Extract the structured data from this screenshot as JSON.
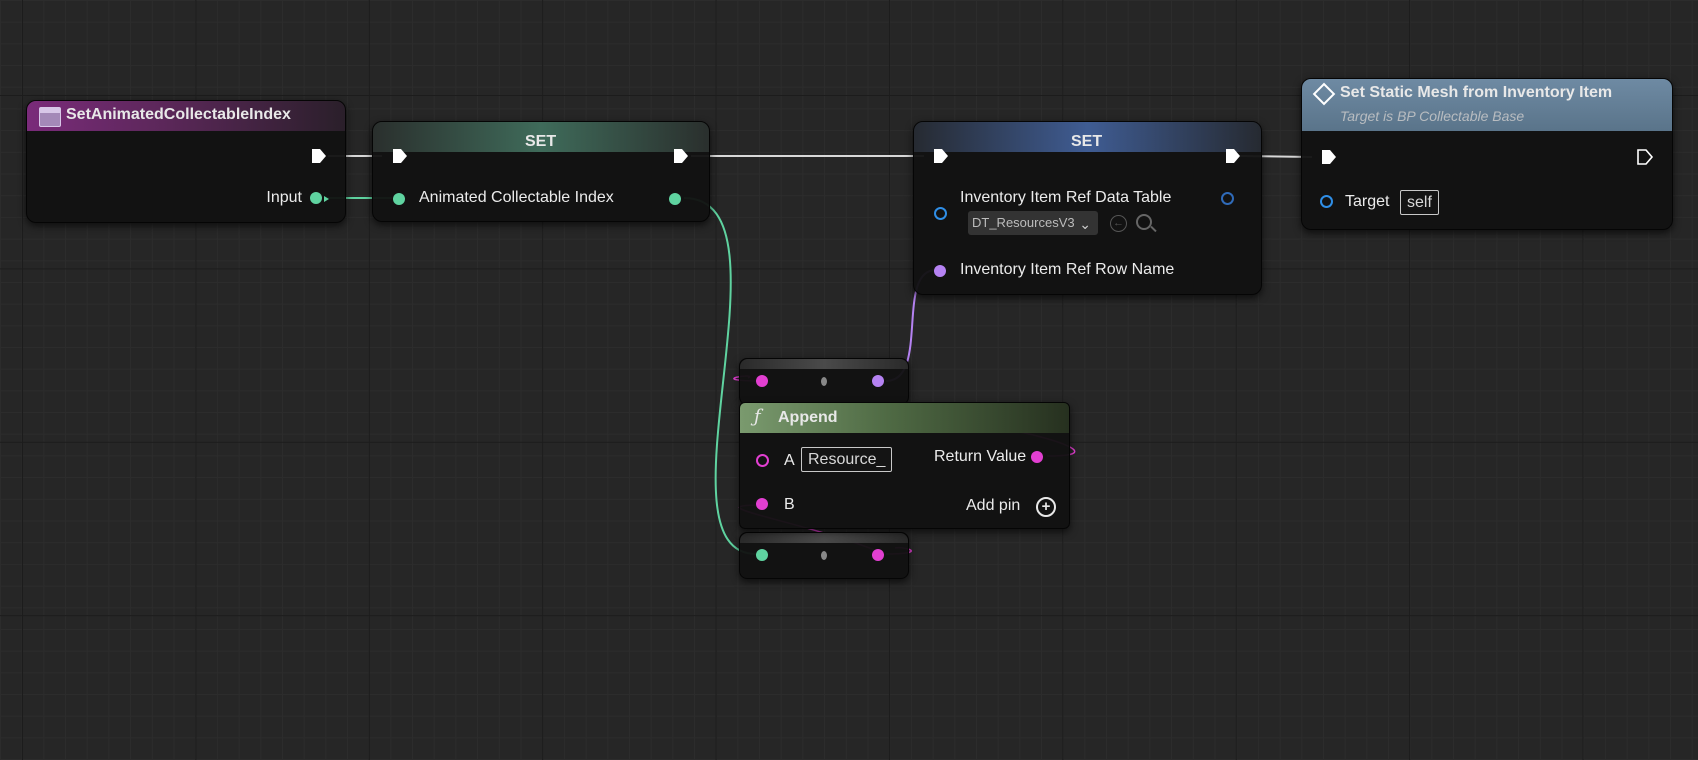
{
  "colors": {
    "int_pin": "#5fd3a0",
    "string_pin": "#e23fd1",
    "name_pin": "#b582f2",
    "object_pin": "#2f8ee6",
    "exec_pin": "#ffffff",
    "event_header": "#6e2b6e",
    "set_int_header": "#3b5f51",
    "set_obj_header": "#384e7a",
    "func_header": "#56704a",
    "call_header": "#62798d"
  },
  "nodes": {
    "entry": {
      "icon": "function-entry-icon",
      "title": "SetAnimatedCollectableIndex",
      "input_label": "Input"
    },
    "set_index": {
      "title": "SET",
      "var_label": "Animated Collectable Index"
    },
    "set_inventory": {
      "title": "SET",
      "table_label": "Inventory Item Ref Data Table",
      "table_value": "DT_ResourcesV3",
      "row_label": "Inventory Item Ref Row Name"
    },
    "set_mesh": {
      "icon": "function-call-icon",
      "title": "Set Static Mesh from Inventory Item",
      "subtitle": "Target is BP Collectable Base",
      "target_label": "Target",
      "target_value": "self"
    },
    "append": {
      "icon": "function-f-icon",
      "title": "Append",
      "a_label": "A",
      "a_value": "Resource_",
      "b_label": "B",
      "return_label": "Return Value",
      "add_pin_label": "Add pin"
    }
  }
}
